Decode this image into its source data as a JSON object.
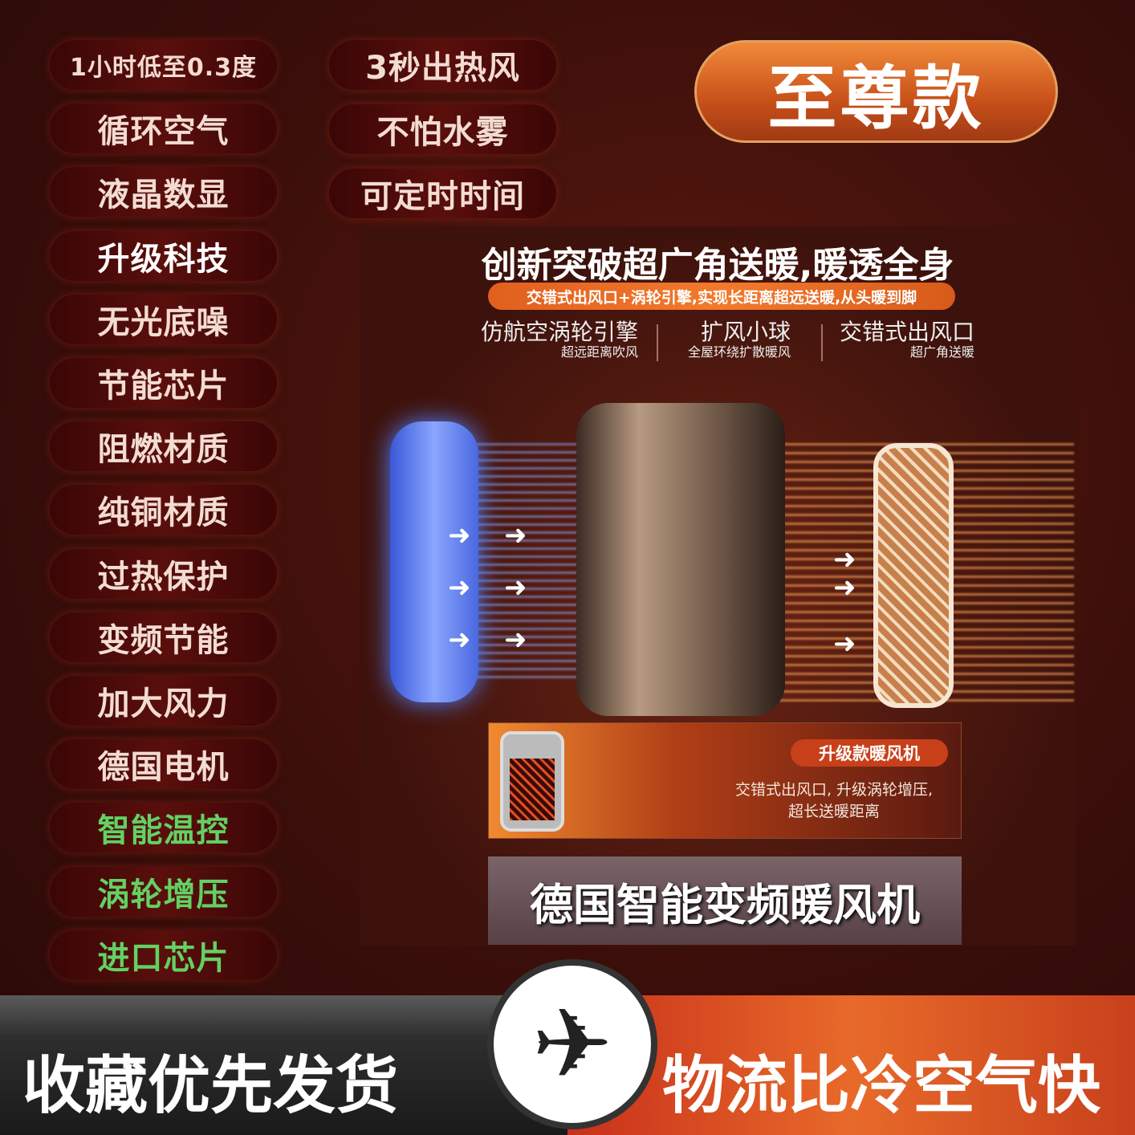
{
  "left_features": [
    {
      "label": "1小时低至0.3度",
      "style": "small"
    },
    {
      "label": "循环空气",
      "style": "normal"
    },
    {
      "label": "液晶数显",
      "style": "normal"
    },
    {
      "label": "升级科技",
      "style": "white"
    },
    {
      "label": "无光底噪",
      "style": "normal"
    },
    {
      "label": "节能芯片",
      "style": "normal"
    },
    {
      "label": "阻燃材质",
      "style": "normal"
    },
    {
      "label": "纯铜材质",
      "style": "normal"
    },
    {
      "label": "过热保护",
      "style": "normal"
    },
    {
      "label": "变频节能",
      "style": "normal"
    },
    {
      "label": "加大风力",
      "style": "normal"
    },
    {
      "label": "德国电机",
      "style": "normal"
    },
    {
      "label": "智能温控",
      "style": "green"
    },
    {
      "label": "涡轮增压",
      "style": "green"
    },
    {
      "label": "进口芯片",
      "style": "green"
    }
  ],
  "mid_features": [
    "3秒出热风",
    "不怕水雾",
    "可定时时间"
  ],
  "badge": "至尊款",
  "product": {
    "headline": "创新突破超广角送暖,暖透全身",
    "subbar": "交错式出风口+涡轮引擎,实现长距离超远送暖,从头暖到脚",
    "features": [
      {
        "title": "仿航空涡轮引擎",
        "sub": "超远距离吹风"
      },
      {
        "title": "扩风小球",
        "sub": "全屋环绕扩散暖风"
      },
      {
        "title": "交错式出风口",
        "sub": "超广角送暖"
      }
    ],
    "box_tag": "升级款暖风机",
    "box_desc_1": "交错式出风口, 升级涡轮增压,",
    "box_desc_2": "超长送暖距离",
    "title": "德国智能变频暖风机"
  },
  "bottom": {
    "left": "收藏优先发货",
    "right": "物流比冷空气快",
    "icon": "airplane-icon"
  }
}
